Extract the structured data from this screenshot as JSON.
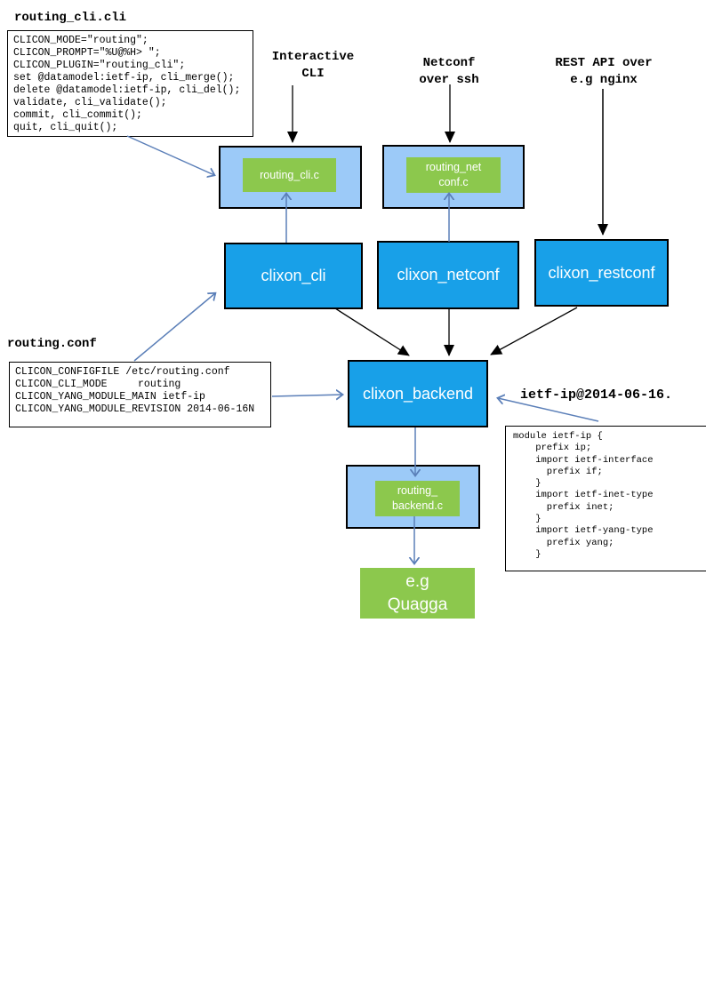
{
  "colors": {
    "process_blue": "#18A0E8",
    "plugin_container_blue": "#9CCAF8",
    "plugin_green": "#8CC84D",
    "arrow_blue": "#5B7FB8",
    "arrow_black": "#000000"
  },
  "cli_file": {
    "title": "routing_cli.cli",
    "code": "CLICON_MODE=\"routing\";\nCLICON_PROMPT=\"%U@%H> \";\nCLICON_PLUGIN=\"routing_cli\";\nset @datamodel:ietf-ip, cli_merge();\ndelete @datamodel:ietf-ip, cli_del();\nvalidate, cli_validate();\ncommit, cli_commit();\nquit, cli_quit();"
  },
  "conf_file": {
    "title": "routing.conf",
    "code": "CLICON_CONFIGFILE /etc/routing.conf\nCLICON_CLI_MODE     routing\nCLICON_YANG_MODULE_MAIN ietf-ip\nCLICON_YANG_MODULE_REVISION 2014-06-16N"
  },
  "yang_file": {
    "label": "ietf-ip@2014-06-16.",
    "code": "module ietf-ip {\n    prefix ip;\n    import ietf-interface\n      prefix if;\n    }\n    import ietf-inet-type\n      prefix inet;\n    }\n    import ietf-yang-type\n      prefix yang;\n    }"
  },
  "labels": {
    "interactive_cli": "Interactive\nCLI",
    "netconf_ssh": "Netconf\nover ssh",
    "rest_api": "REST API over\ne.g nginx"
  },
  "nodes": {
    "routing_cli_c": "routing_cli.c",
    "routing_netconf_c": "routing_net\nconf.c",
    "clixon_cli": "clixon_cli",
    "clixon_netconf": "clixon_netconf",
    "clixon_restconf": "clixon_restconf",
    "clixon_backend": "clixon_backend",
    "routing_backend_c": "routing_\nbackend.c",
    "quagga": "e.g\nQuagga"
  }
}
